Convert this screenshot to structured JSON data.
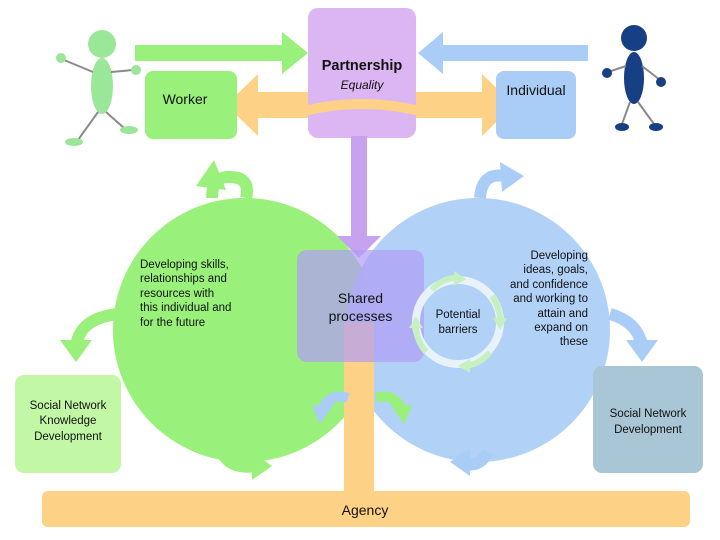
{
  "partnership": {
    "title": "Partnership",
    "subtitle": "Equality"
  },
  "worker": {
    "label": "Worker"
  },
  "individual": {
    "label": "Individual"
  },
  "worker_circle": {
    "text": "Developing skills, relationships and resources with this individual and for the future"
  },
  "individual_circle": {
    "text": "Developing ideas, goals, and confidence and working to attain and expand on these"
  },
  "shared": {
    "label": "Shared processes"
  },
  "barriers": {
    "label": "Potential barriers"
  },
  "left_box": {
    "label": "Social Network Knowledge Development"
  },
  "right_box": {
    "label": "Social Network Development"
  },
  "agency": {
    "label": "Agency"
  },
  "colors": {
    "green": "#99f07a",
    "blue": "#a9cdf7",
    "purple": "#dcb6f3",
    "orange": "#fdd186",
    "grey_blue": "#a9c6d6",
    "figure_green": "#9be79a",
    "figure_blue": "#163f84"
  },
  "icons": [
    "person-green-icon",
    "person-blue-icon",
    "cycle-arrows-icon"
  ]
}
